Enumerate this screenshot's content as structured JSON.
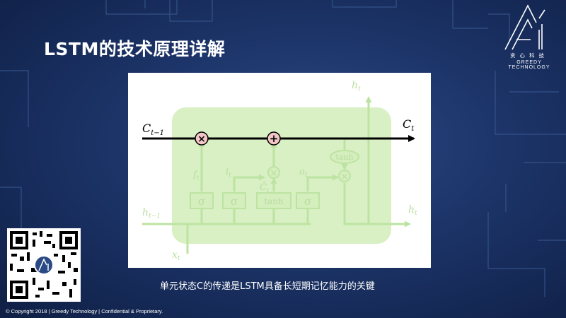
{
  "slide": {
    "title": "LSTM的技术原理详解",
    "caption": "单元状态C的传递是LSTM具备长短期记忆能力的关键",
    "footer": "© Copyright 2018 | Greedy Technology | Confidential & Proprietary."
  },
  "logo": {
    "chinese": "贪心科技",
    "english": "GREEDY TECHNOLOGY"
  },
  "diagram": {
    "label_c_prev": "C",
    "label_c_prev_sub": "t−1",
    "label_c_next": "C",
    "label_c_next_sub": "t",
    "label_h_prev": "h",
    "label_h_prev_sub": "t−1",
    "label_h_top": "h",
    "label_h_top_sub": "t",
    "label_h_right": "h",
    "label_h_right_sub": "t",
    "label_x": "x",
    "label_x_sub": "t",
    "label_f": "f",
    "label_f_sub": "t",
    "label_i": "i",
    "label_i_sub": "t",
    "label_o": "o",
    "label_o_sub": "t",
    "label_ctilde": "C̃",
    "label_ctilde_sub": "t",
    "op_multiply": "×",
    "op_add": "+",
    "sigma": "σ",
    "tanh": "tanh"
  },
  "colors": {
    "background": "#1c3468",
    "cell_fill": "#d4eebd",
    "cell_line": "#bde3a2",
    "highlight_arrow": "#000000",
    "op_fill": "#f4c6c6"
  }
}
